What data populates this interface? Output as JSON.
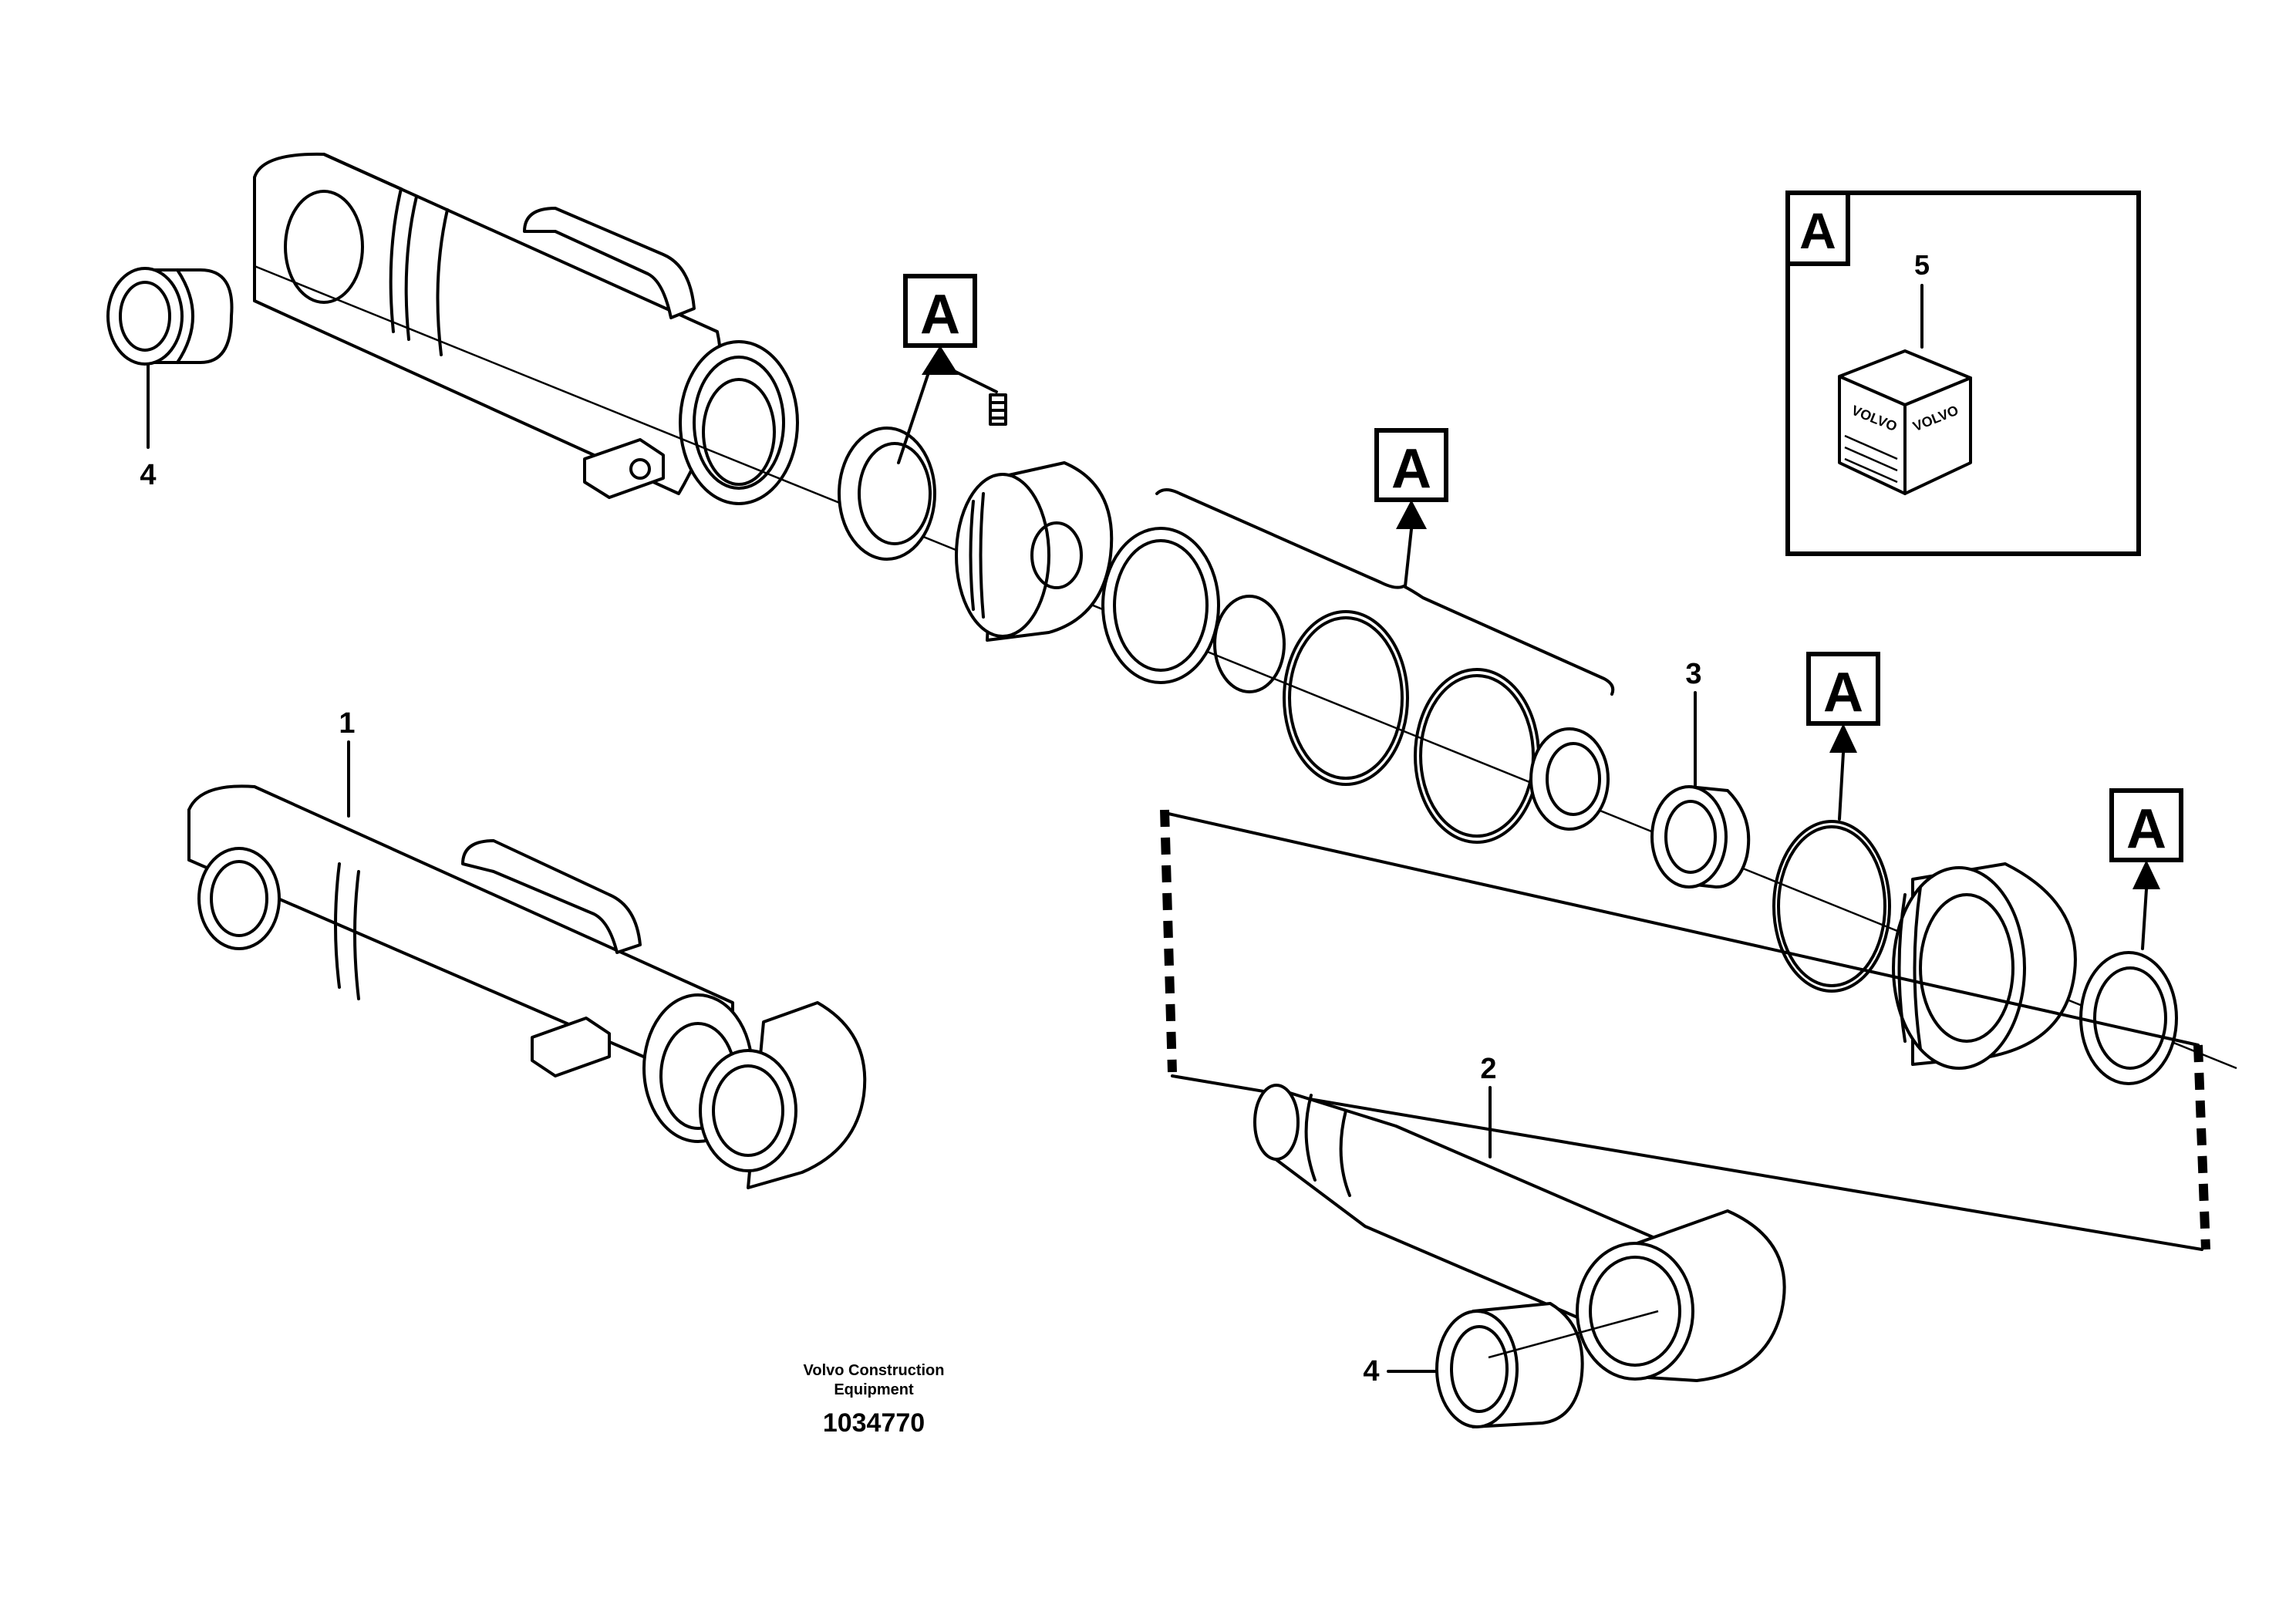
{
  "callouts": {
    "c4_top": "4",
    "c1": "1",
    "c2": "2",
    "c3": "3",
    "c4_bottom": "4",
    "c5": "5"
  },
  "kit_marker": "A",
  "kit_box": {
    "label": "A",
    "item": "5",
    "brand_left": "VOLVO",
    "brand_right": "VOLVO"
  },
  "footer": {
    "brand_line1": "Volvo Construction",
    "brand_line2": "Equipment",
    "diagram_number": "1034770"
  }
}
